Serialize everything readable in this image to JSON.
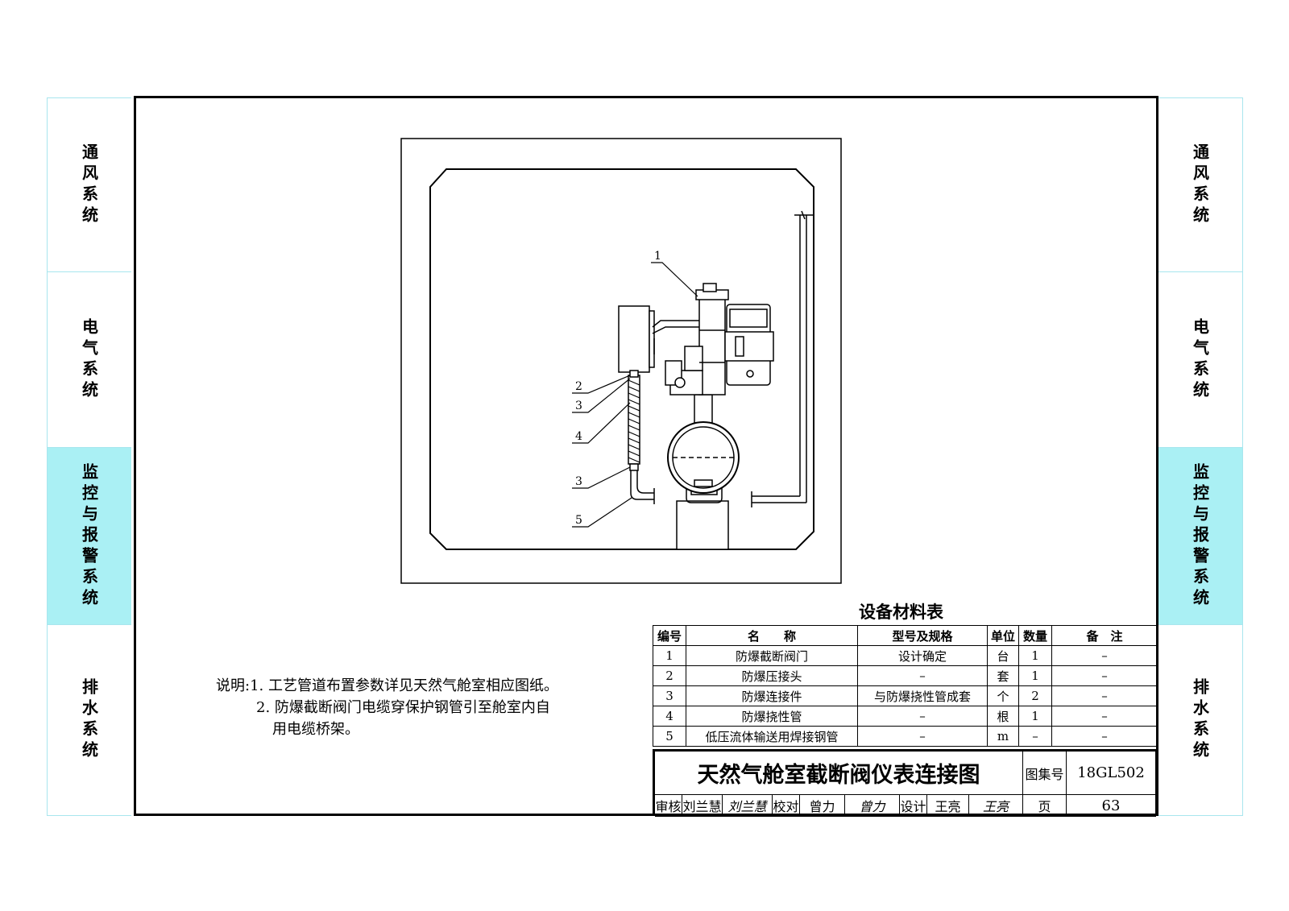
{
  "side_tabs": [
    {
      "label": "通风系统",
      "active": false
    },
    {
      "label": "电气系统",
      "active": false
    },
    {
      "label": "监控与报警系统",
      "active": true
    },
    {
      "label": "排水系统",
      "active": false
    }
  ],
  "callouts": [
    "1",
    "2",
    "3",
    "4",
    "3",
    "5"
  ],
  "notes": {
    "prefix": "说明:",
    "line1": "1. 工艺管道布置参数详见天然气舱室相应图纸。",
    "line2": "2. 防爆截断阀门电缆穿保护钢管引至舱室内自",
    "line3": "用电缆桥架。"
  },
  "bom": {
    "title": "设备材料表",
    "headers": [
      "编号",
      "名　　称",
      "型号及规格",
      "单位",
      "数量",
      "备　注"
    ],
    "rows": [
      [
        "1",
        "防爆截断阀门",
        "设计确定",
        "台",
        "1",
        "–"
      ],
      [
        "2",
        "防爆压接头",
        "–",
        "套",
        "1",
        "–"
      ],
      [
        "3",
        "防爆连接件",
        "与防爆挠性管成套",
        "个",
        "2",
        "–"
      ],
      [
        "4",
        "防爆挠性管",
        "–",
        "根",
        "1",
        "–"
      ],
      [
        "5",
        "低压流体输送用焊接钢管",
        "–",
        "m",
        "–",
        "–"
      ]
    ]
  },
  "title_block": {
    "drawing_title": "天然气舱室截断阀仪表连接图",
    "atlas_label": "图集号",
    "atlas_no": "18GL502",
    "review_label": "审核",
    "reviewer": "刘兰慧",
    "reviewer_sign": "刘兰慧",
    "check_label": "校对",
    "checker": "曾力",
    "checker_sign": "曾力",
    "design_label": "设计",
    "designer": "王亮",
    "designer_sign": "王亮",
    "page_label": "页",
    "page_no": "63"
  }
}
